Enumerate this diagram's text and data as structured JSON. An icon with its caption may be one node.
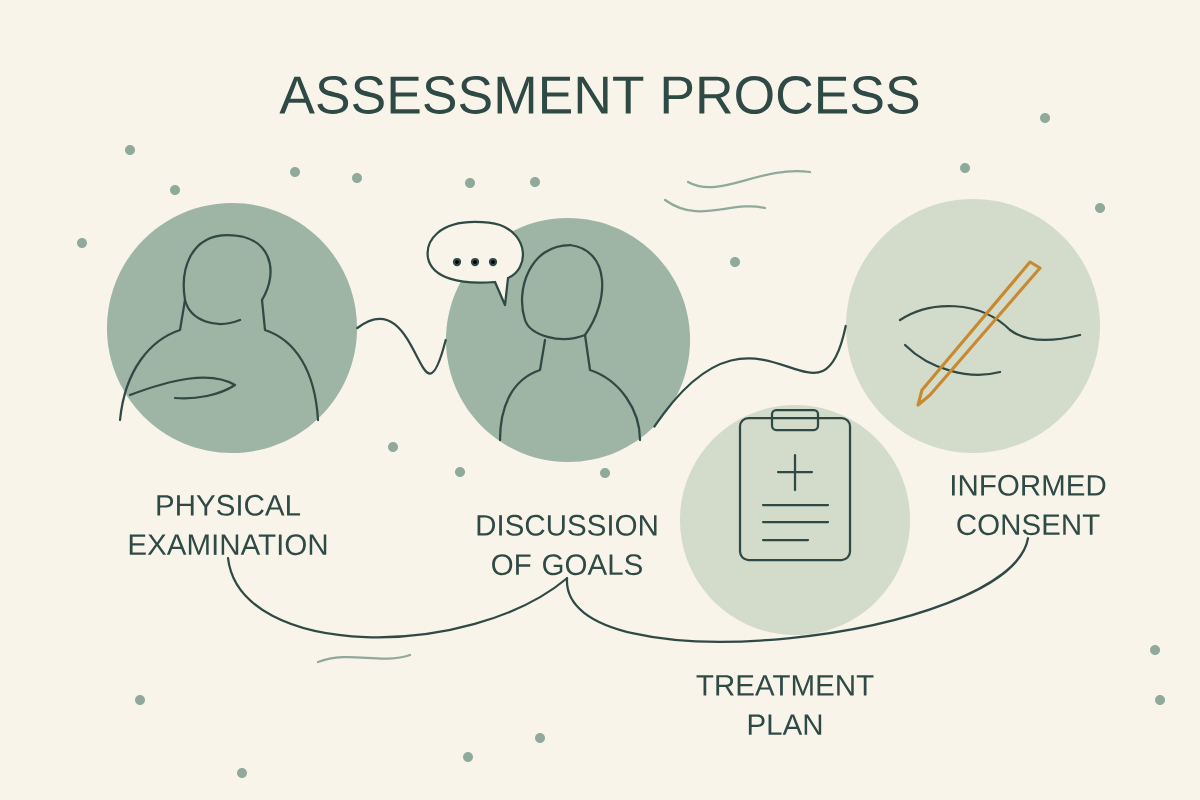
{
  "diagram": {
    "title": "ASSESSMENT PROCESS",
    "nodes": [
      {
        "text": [
          "PHYSICAL EXAMINATION"
        ]
      },
      {
        "text": [
          "DISCUSSION OF GOALS"
        ]
      },
      {
        "text": [
          "TREATMENT PLAN"
        ]
      },
      {
        "text": [
          "INFORMED CONSENT"
        ]
      }
    ],
    "edges": [
      {
        "from": 0,
        "to": 1,
        "arrow": "none"
      },
      {
        "from": 1,
        "to": 3,
        "arrow": "none"
      },
      {
        "from": 0,
        "to": 1,
        "arrow": "none"
      },
      {
        "from": 1,
        "to": 3,
        "arrow": "none"
      }
    ]
  }
}
